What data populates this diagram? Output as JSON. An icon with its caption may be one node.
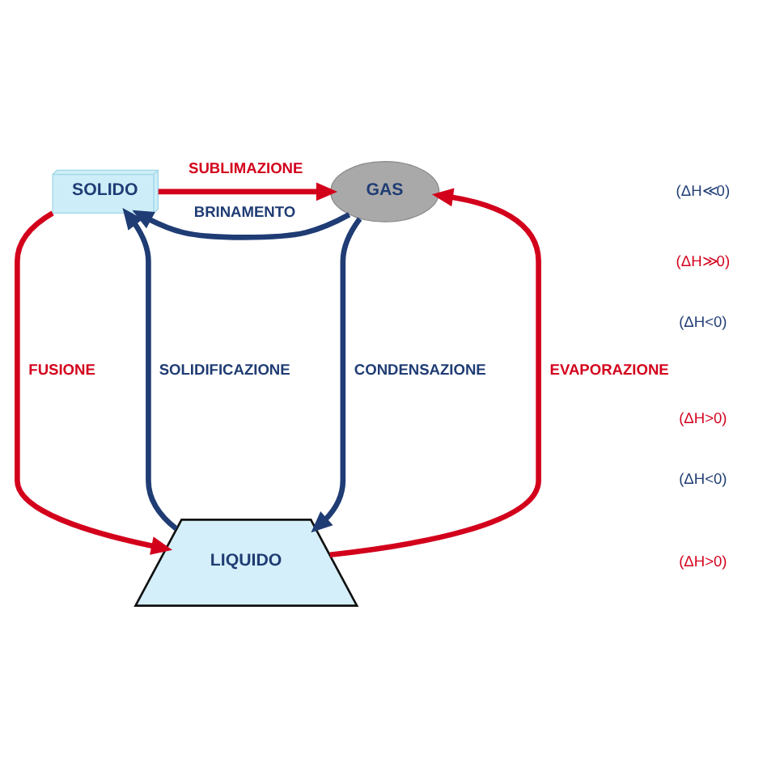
{
  "diagram": {
    "nodes": [
      {
        "text": [
          "SOLIDO"
        ]
      },
      {
        "text": [
          "GAS"
        ]
      },
      {
        "text": [
          "LIQUIDO"
        ]
      }
    ],
    "edges": [
      {
        "from": 1,
        "to": 0,
        "arrow": "to",
        "label": "BRINAMENTO",
        "color": "#1f3c74"
      },
      {
        "from": 0,
        "to": 1,
        "arrow": "to",
        "label": "SUBLIMAZIONE",
        "color": "#d3001c"
      },
      {
        "from": 2,
        "to": 0,
        "arrow": "to",
        "label": "SOLIDIFICAZIONE",
        "color": "#1f3c74"
      },
      {
        "from": 0,
        "to": 2,
        "arrow": "to",
        "label": "FUSIONE",
        "color": "#d3001c"
      },
      {
        "from": 1,
        "to": 2,
        "arrow": "to",
        "label": "CONDENSAZIONE",
        "color": "#1f3c74"
      },
      {
        "from": 2,
        "to": 1,
        "arrow": "to",
        "label": "EVAPORAZIONE",
        "color": "#d3001c"
      }
    ],
    "labels": [
      "(ΔH≪0)",
      "(ΔH≫0)",
      "(ΔH<0)",
      "(ΔH>0)",
      "(ΔH<0)",
      "(ΔH>0)"
    ]
  }
}
